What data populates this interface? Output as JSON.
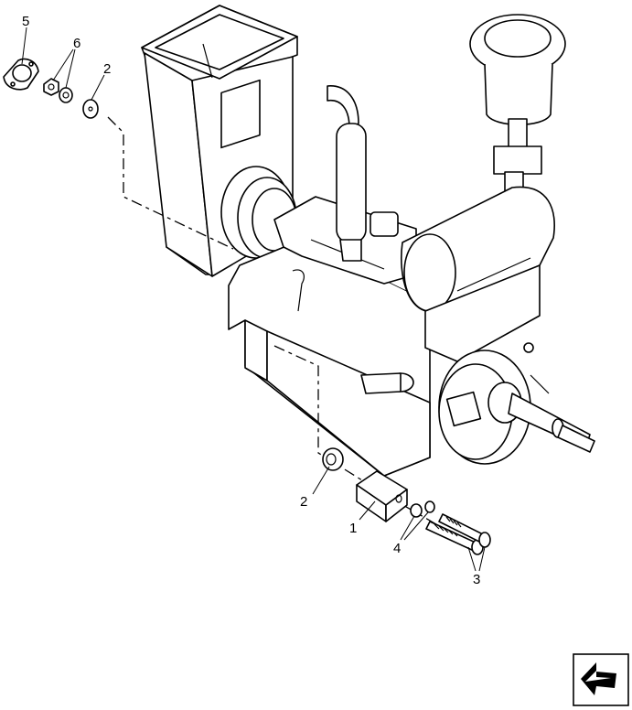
{
  "diagram": {
    "callouts": [
      {
        "id": "c5a",
        "label": "5"
      },
      {
        "id": "c6",
        "label": "6"
      },
      {
        "id": "c2a",
        "label": "2"
      },
      {
        "id": "c2b",
        "label": "2"
      },
      {
        "id": "c1",
        "label": "1"
      },
      {
        "id": "c4",
        "label": "4"
      },
      {
        "id": "c3",
        "label": "3"
      }
    ],
    "nav_icon": "next-page-arrow-icon"
  }
}
